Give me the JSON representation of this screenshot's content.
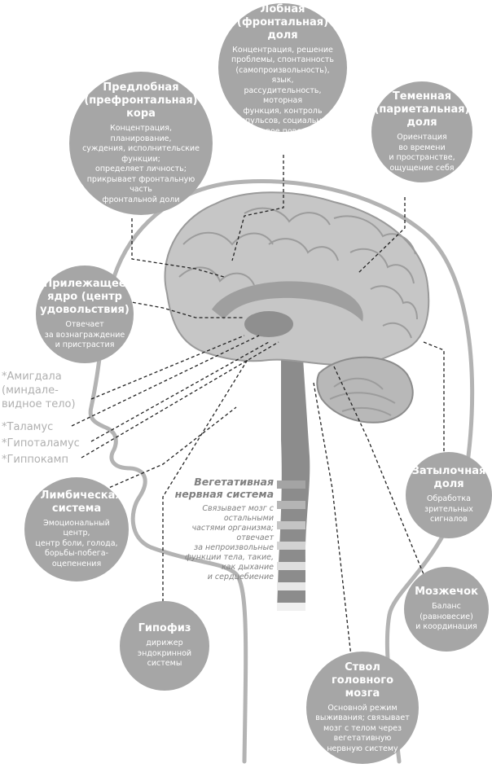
{
  "regions": {
    "frontal": {
      "title": "Лобная\n(фронтальная)\nдоля",
      "desc": "Концентрация, решение\nпроблемы, спонтанность\n(самопроизвольность), язык,\nрассудительность, моторная\nфункция, контроль\nимпульсов, социальное\nи половое поведение"
    },
    "prefrontal": {
      "title": "Предлобная\n(префронтальная)\nкора",
      "desc": "Концентрация, планирование,\nсуждения, исполнительские\nфункции;\nопределяет личность;\nприкрывает фронтальную\nчасть\nфронтальной доли"
    },
    "parietal": {
      "title": "Теменная\n(париетальная)\nдоля",
      "desc": "Ориентация\nво времени\nи пространстве,\nощущение себя"
    },
    "accumbens": {
      "title": "Прилежащее\nядро (центр\nудовольствия)",
      "desc": "Отвечает\nза вознаграждение\nи пристрастия"
    },
    "limbic": {
      "title": "* Лимбическая\nсистема",
      "desc": "Эмоциональный центр,\nцентр боли, голода,\nборьбы-побега-\nоцепенения"
    },
    "occipital": {
      "title": "Затылочная\nдоля",
      "desc": "Обработка\nзрительных\nсигналов"
    },
    "cerebellum": {
      "title": "Мозжечок",
      "desc": "Баланс\n(равновесие)\nи координация"
    },
    "pituitary": {
      "title": "Гипофиз",
      "desc": "дирижер\nэндокринной\nсистемы"
    },
    "brainstem": {
      "title": "Ствол\nголовного мозга",
      "desc": "Основной режим\nвыживания; связывает\nмозг с телом через\nвегетативную\nнервную систему"
    }
  },
  "limbic_parts": {
    "amygdala": "*Амигдала\n(миндале-\nвидное тело)",
    "thalamus": "*Таламус",
    "hypothalamus": "*Гипоталамус",
    "hippocampus": "*Гиппокамп"
  },
  "autonomic": {
    "title": "Вегетативная\nнервная система",
    "desc": "Связывает мозг с остальными\nчастями организма; отвечает\nза непроизвольные\nфункции тела, такие,\nкак дыхание\nи сердцебиение"
  },
  "colors": {
    "bubble": "#a6a6a6",
    "outline": "#b3b3b3",
    "brain": "#c6c6c6",
    "brain_dark": "#9a9a9a",
    "limbic_label": "#b0b0b0",
    "leader": "#222222"
  }
}
